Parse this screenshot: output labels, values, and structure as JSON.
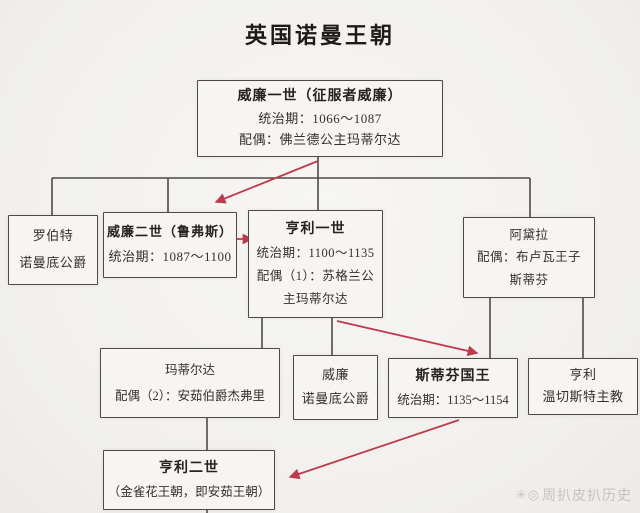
{
  "page": {
    "title": "英国诺曼王朝"
  },
  "colors": {
    "connector_line": "#4d4a46",
    "succession_arrow_red": "#bf3a4c",
    "background": "#f2f1ee"
  },
  "tree": {
    "william1": {
      "title": "威廉一世（征服者威廉）",
      "reign": "统治期：1066～1087",
      "spouse": "配偶：佛兰德公主玛蒂尔达"
    },
    "robert": {
      "title": "罗伯特",
      "subtitle": "诺曼底公爵"
    },
    "william2": {
      "title": "威廉二世（鲁弗斯）",
      "reign": "统治期：1087～1100"
    },
    "henry1": {
      "title": "亨利一世",
      "reign": "统治期：1100～1135",
      "spouse_line1": "配偶（1）：苏格兰公",
      "spouse_line2": "主玛蒂尔达"
    },
    "adela": {
      "title": "阿黛拉",
      "spouse_line1": "配偶：布卢瓦王子",
      "spouse_line2": "斯蒂芬"
    },
    "matilda": {
      "title": "玛蒂尔达",
      "spouse": "配偶（2）：安茹伯爵杰弗里"
    },
    "william_duke": {
      "title": "威廉",
      "subtitle": "诺曼底公爵"
    },
    "stephen": {
      "title": "斯蒂芬国王",
      "reign": "统治期：1135～1154"
    },
    "henry_bishop": {
      "title": "亨利",
      "subtitle": "温切斯特主教"
    },
    "henry2": {
      "title": "亨利二世",
      "subtitle": "（金雀花王朝，即安茹王朝）"
    }
  },
  "watermark": {
    "icon": "✳◎",
    "text": "周扒皮扒历史"
  }
}
